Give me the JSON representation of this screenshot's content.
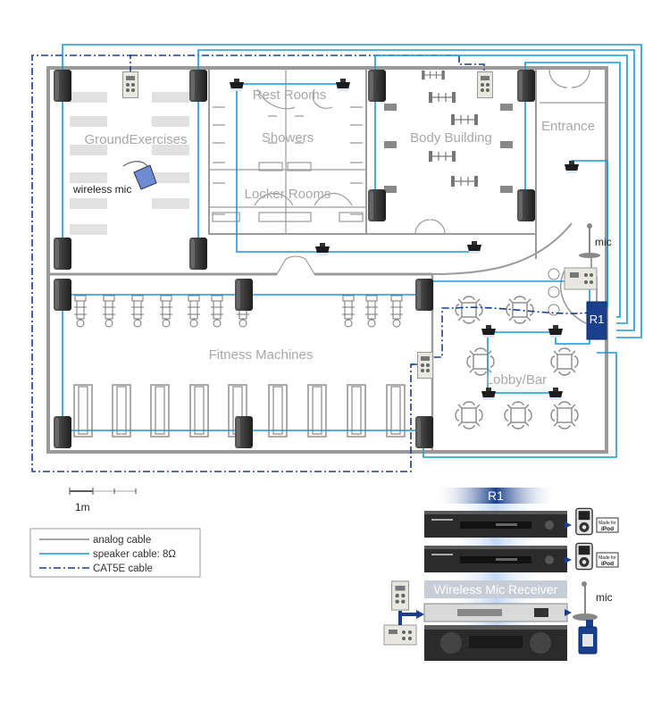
{
  "rooms": {
    "ground": "GroundExercises",
    "rest": "Rest Rooms",
    "showers": "Showers",
    "locker": "Locker Rooms",
    "body": "Body Building",
    "entrance": "Entrance",
    "fitness": "Fitness Machines",
    "lobby": "Lobby/Bar"
  },
  "labels": {
    "wireless_mic": "wireless mic",
    "mic": "mic",
    "rack_marker": "R1",
    "scale": "1m"
  },
  "legend": {
    "analog": "analog cable",
    "speaker": "speaker cable: 8Ω",
    "cat5e": "CAT5E cable"
  },
  "rack": {
    "title": "R1",
    "receiver": "Wireless Mic Receiver",
    "mic": "mic",
    "ipod_badge_top": "Made for",
    "ipod_badge_bottom": "iPod"
  },
  "colors": {
    "speaker_cable": "#1a9ad6",
    "cat5e_cable": "#1a3f8c",
    "analog_cable": "#888888",
    "wall": "#9a9a9a",
    "room_label": "#a8a8a8"
  }
}
